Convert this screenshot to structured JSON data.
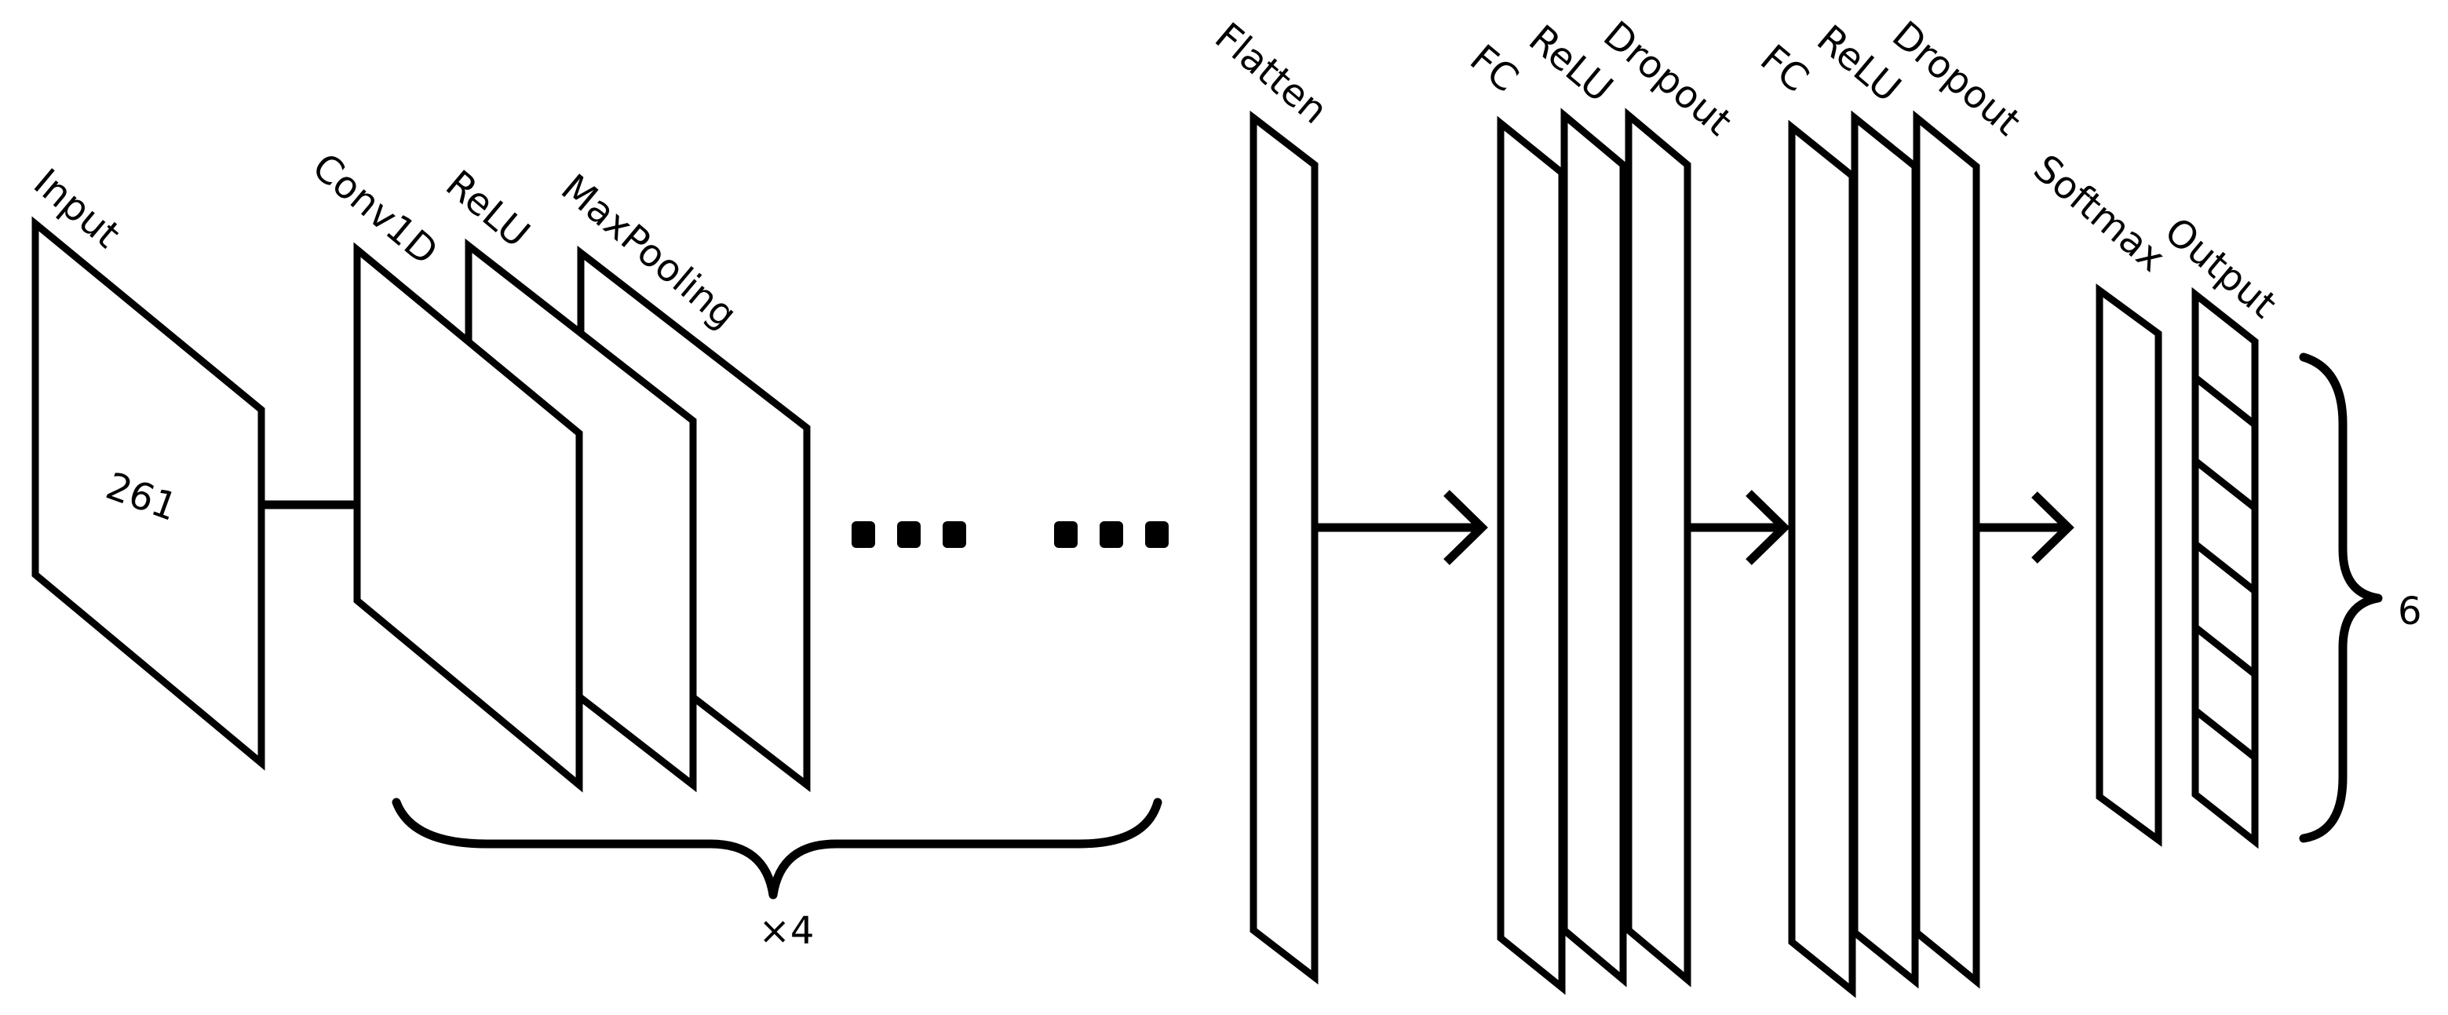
{
  "labels": {
    "input": "Input",
    "input_size": "261",
    "conv1d": "Conv1D",
    "relu_1": "ReLU",
    "maxpooling": "MaxPooling",
    "repeat": "×4",
    "flatten": "Flatten",
    "fc_1": "FC",
    "relu_2": "ReLU",
    "dropout_1": "Dropout",
    "fc_2": "FC",
    "relu_3": "ReLU",
    "dropout_2": "Dropout",
    "softmax": "Softmax",
    "output": "Output",
    "output_count": "6"
  },
  "output_cells": 6,
  "colors": {
    "stroke": "#000000",
    "fill": "#ffffff"
  }
}
